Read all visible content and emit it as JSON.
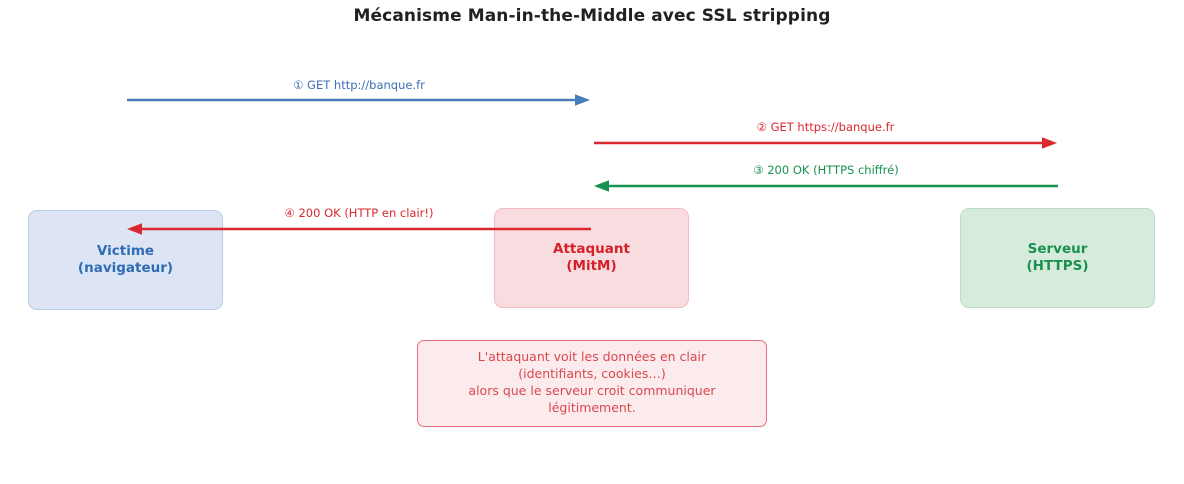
{
  "title": "Mécanisme Man-in-the-Middle avec SSL stripping",
  "colors": {
    "victim": "#2f6cb5",
    "attacker": "#d32029",
    "server": "#199150",
    "title": "#212121",
    "note_text": "#d9484f",
    "note_border": "#e8707a",
    "note_fill": "#fcebec"
  },
  "nodes": [
    {
      "id": "victim",
      "label": "Victime\n(navigateur)",
      "fill": "#dde5f4",
      "border": "#b9cbe8",
      "text_color": "#2f6cb5"
    },
    {
      "id": "attacker",
      "label": "Attaquant\n(MitM)",
      "fill": "#f9dcdf",
      "border": "#f2bcc2",
      "text_color": "#d32029"
    },
    {
      "id": "server",
      "label": "Serveur\n(HTTPS)",
      "fill": "#d6ebdc",
      "border": "#bcdcc8",
      "text_color": "#199150"
    }
  ],
  "flows": [
    {
      "step": 1,
      "label": "① GET http://banque.fr",
      "from": "victim",
      "to": "attacker",
      "direction": "right",
      "color": "#3d6fb4"
    },
    {
      "step": 2,
      "label": "② GET https://banque.fr",
      "from": "attacker",
      "to": "server",
      "direction": "right",
      "color": "#d9282f"
    },
    {
      "step": 3,
      "label": "③ 200 OK (HTTPS chiffré)",
      "from": "server",
      "to": "attacker",
      "direction": "left",
      "color": "#199150"
    },
    {
      "step": 4,
      "label": "④ 200 OK (HTTP en clair!)",
      "from": "attacker",
      "to": "victim",
      "direction": "left",
      "color": "#d9282f"
    }
  ],
  "note": "L'attaquant voit les données en clair\n(identifiants, cookies…)\nalors que le serveur croit communiquer légitimement."
}
